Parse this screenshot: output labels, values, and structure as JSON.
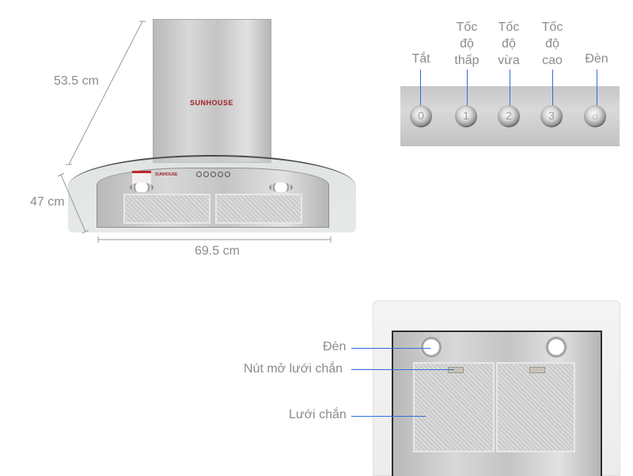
{
  "product": {
    "brand": "SUNHOUSE",
    "type": "kitchen range hood"
  },
  "dimensions": {
    "height_label": "53.5 cm",
    "depth_label": "47 cm",
    "width_label": "69.5 cm"
  },
  "controls_panel": {
    "buttons": [
      {
        "label_lines": [
          "Tắt"
        ],
        "knob_symbol": "0"
      },
      {
        "label_lines": [
          "Tốc",
          "độ",
          "thấp"
        ],
        "knob_symbol": "1"
      },
      {
        "label_lines": [
          "Tốc",
          "độ",
          "vừa"
        ],
        "knob_symbol": "2"
      },
      {
        "label_lines": [
          "Tốc",
          "độ",
          "cao"
        ],
        "knob_symbol": "3"
      },
      {
        "label_lines": [
          "Đèn"
        ],
        "knob_symbol": "☼"
      }
    ]
  },
  "underside_view": {
    "callouts": [
      {
        "label": "Đèn"
      },
      {
        "label": "Nút mở lưới chắn"
      },
      {
        "label": "Lưới chắn"
      }
    ]
  },
  "colors": {
    "callout_line": "#2a6fd6",
    "label_text": "#8c8c8c",
    "brand_red": "#a0222a"
  }
}
